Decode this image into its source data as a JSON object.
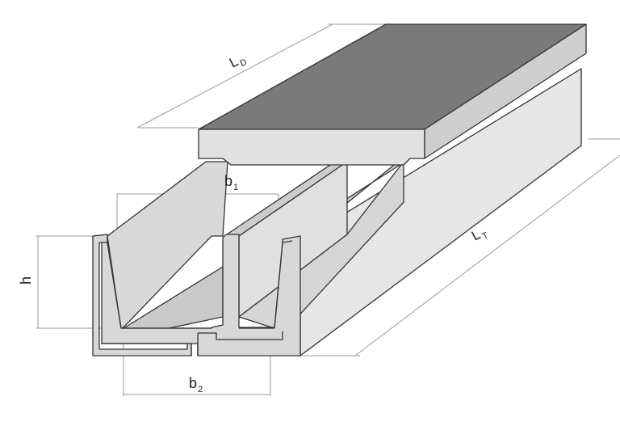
{
  "labels": {
    "ld_main": "L",
    "ld_sub": "D",
    "lt_main": "L",
    "lt_sub": "T",
    "b1_main": "b",
    "b1_sub": "1",
    "b2_main": "b",
    "b2_sub": "2",
    "h": "h"
  },
  "colors": {
    "line": "#333333",
    "dim_line": "#9a9a9a",
    "cover_top": "#7a7a7a",
    "cover_front": "#e2e2e2",
    "cover_side": "#cfcfcf",
    "body_side": "#e4e4e4",
    "interior": "#dadada",
    "section": "#d8d8d8",
    "shadow": "#b8b8b8"
  }
}
